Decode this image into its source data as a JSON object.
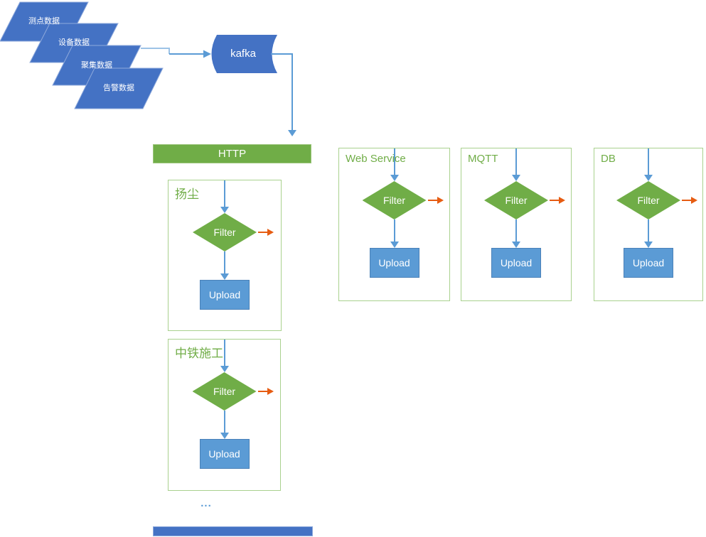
{
  "sources": [
    {
      "label": "测点数据"
    },
    {
      "label": "设备数据"
    },
    {
      "label": "聚集数据"
    },
    {
      "label": "告警数据"
    }
  ],
  "broker": {
    "label": "kafka"
  },
  "http": {
    "label": "HTTP"
  },
  "groups": [
    {
      "title": "扬尘",
      "filter_label": "Filter",
      "upload_label": "Upload"
    },
    {
      "title": "中铁施工",
      "filter_label": "Filter",
      "upload_label": "Upload"
    },
    {
      "title": "Web Service",
      "filter_label": "Filter",
      "upload_label": "Upload"
    },
    {
      "title": "MQTT",
      "filter_label": "Filter",
      "upload_label": "Upload"
    },
    {
      "title": "DB",
      "filter_label": "Filter",
      "upload_label": "Upload"
    }
  ],
  "ellipsis": "...",
  "colors": {
    "shape_blue": "#4472C4",
    "connector_blue": "#5B9BD5",
    "connector_light_blue": "#9DC3E6",
    "upload_blue": "#5B9BD5",
    "green": "#70AD47",
    "box_border_green": "#A9D18E",
    "orange": "#E65C12"
  }
}
